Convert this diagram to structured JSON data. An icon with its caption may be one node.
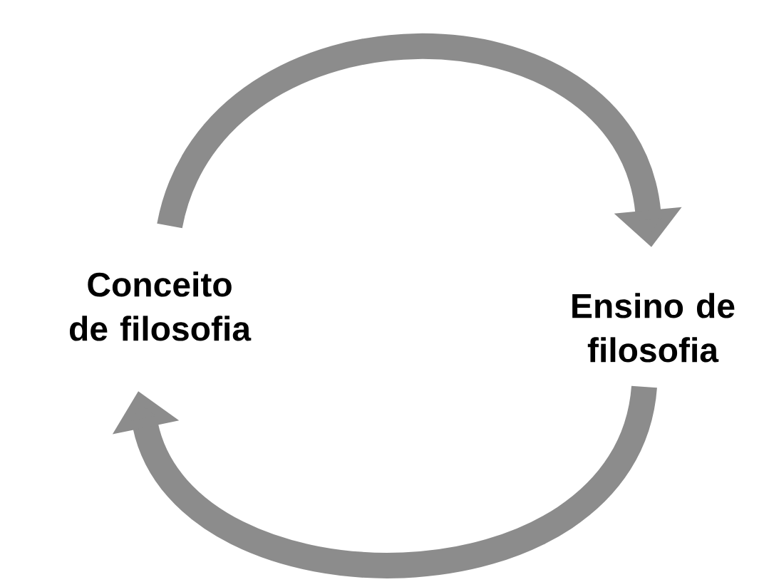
{
  "diagram": {
    "nodes": [
      {
        "text": [
          "Conceito de filosofia"
        ]
      },
      {
        "text": [
          "Ensino de filosofia"
        ]
      }
    ],
    "edges": [
      {
        "from": 0,
        "to": 1,
        "arrow": "to"
      },
      {
        "from": 1,
        "to": 0,
        "arrow": "to"
      }
    ]
  }
}
